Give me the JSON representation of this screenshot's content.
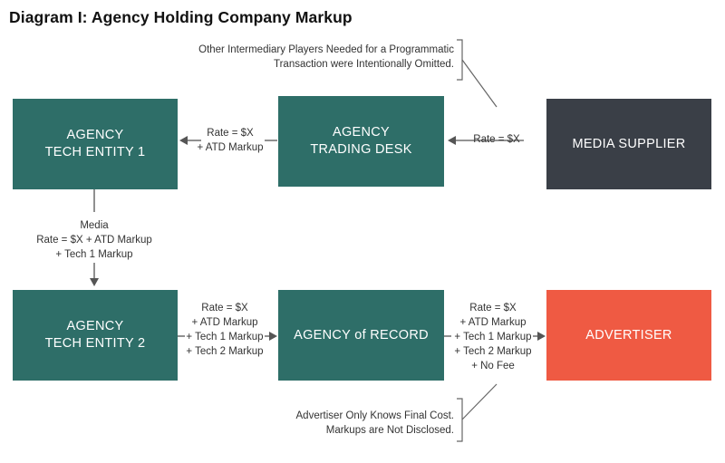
{
  "title": "Diagram I: Agency Holding Company Markup",
  "boxes": {
    "tech1": "AGENCY\nTECH ENTITY 1",
    "trading_desk": "AGENCY\nTRADING DESK",
    "media_supplier": "MEDIA SUPPLIER",
    "tech2": "AGENCY\nTECH ENTITY 2",
    "agency_of_record": "AGENCY of RECORD",
    "advertiser": "ADVERTISER"
  },
  "labels": {
    "supplier_to_desk": "Rate = $X",
    "desk_to_tech1": "Rate = $X\n+ ATD Markup",
    "tech1_to_tech2": "Media\nRate = $X + ATD Markup\n+ Tech 1 Markup",
    "tech2_to_aor": "Rate = $X\n+ ATD Markup\n+ Tech 1 Markup\n+ Tech 2 Markup",
    "aor_to_advertiser": "Rate = $X\n+ ATD Markup\n+ Tech 1 Markup\n+ Tech 2 Markup\n+ No Fee"
  },
  "notes": {
    "top": "Other Intermediary Players Needed for a Programmatic\nTransaction were Intentionally Omitted.",
    "bottom": "Advertiser Only Knows Final Cost.\nMarkups are Not Disclosed."
  },
  "colors": {
    "teal": "#2e6e68",
    "dark": "#3a3f47",
    "red": "#ef5a43",
    "arrow": "#555555"
  }
}
